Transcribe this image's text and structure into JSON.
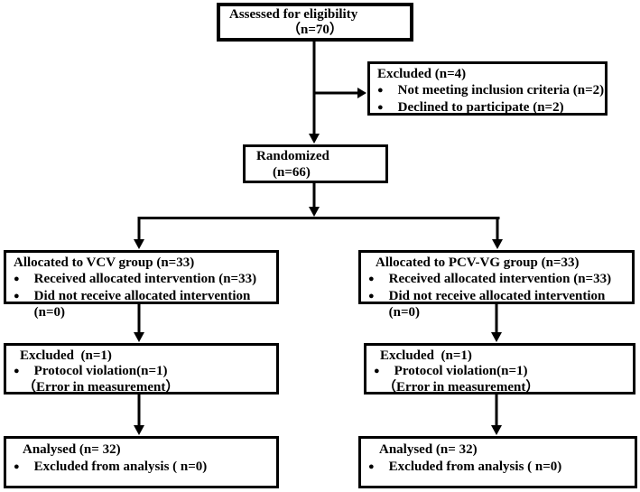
{
  "figure": {
    "type": "consort-flow-diagram",
    "background_color": "#ffffff",
    "line_color": "#000000",
    "text_color": "#000000"
  },
  "glyphs": {
    "bullet": "●"
  },
  "boxes": {
    "assessed": {
      "line1": "Assessed for eligibility",
      "line2": "（n=70）"
    },
    "excluded_top": {
      "title": "Excluded (n=4)",
      "bullet1": "Not meeting inclusion criteria (n=2)",
      "bullet2": "Declined to participate (n=2)"
    },
    "randomized": {
      "line1": "Randomized",
      "line2": "(n=66)"
    },
    "alloc_vcv": {
      "title": "Allocated to VCV group (n=33)",
      "bullet1": "Received allocated intervention (n=33)",
      "bullet2": "Did not receive allocated intervention (n=0)"
    },
    "alloc_pcv": {
      "title": "Allocated to PCV-VG group (n=33)",
      "bullet1": "Received allocated intervention (n=33)",
      "bullet2": "Did not receive allocated intervention (n=0)"
    },
    "excluded_vcv": {
      "title": "Excluded  (n=1)",
      "bullet1": "Protocol violation(n=1)",
      "note": "（Error in measurement）"
    },
    "excluded_pcv": {
      "title": "Excluded  (n=1)",
      "bullet1": "Protocol violation(n=1)",
      "note": "（Error in measurement）"
    },
    "analysed_vcv": {
      "title": "Analysed (n= 32)",
      "bullet1": "Excluded from analysis ( n=0)"
    },
    "analysed_pcv": {
      "title": "Analysed (n= 32)",
      "bullet1": "Excluded from analysis ( n=0)"
    }
  }
}
